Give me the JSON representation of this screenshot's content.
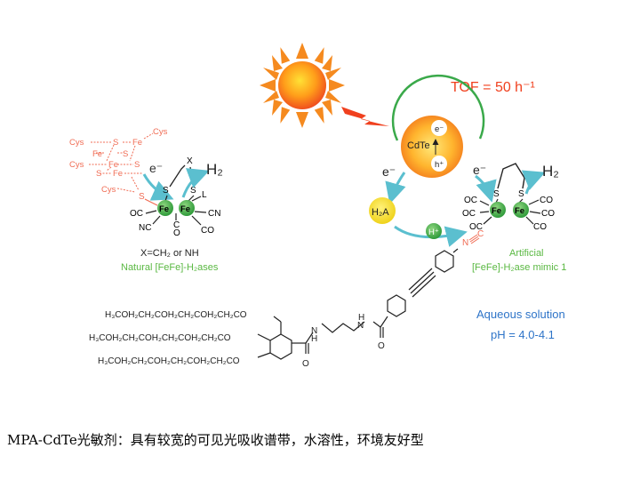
{
  "tof_label": "TOF = 50 h⁻¹",
  "natural_enzyme": {
    "cluster_cys": [
      "Cys",
      "Cys",
      "Cys",
      "Cys"
    ],
    "cluster_fe": [
      "Fe",
      "Fe",
      "Fe",
      "Fe"
    ],
    "cluster_s": [
      "S",
      "S",
      "S",
      "S"
    ],
    "electron": "e⁻",
    "bridge_atom": "X",
    "thiolate_s": [
      "S",
      "S"
    ],
    "fe_left": "Fe",
    "fe_right": "Fe",
    "ligand_l": "L",
    "ligands": [
      "OC",
      "NC",
      "C",
      "O",
      "CN",
      "CO"
    ],
    "product": "H₂",
    "x_note": "X=CH₂ or NH",
    "caption": "Natural [FeFe]-H₂ases"
  },
  "photosystem": {
    "cdte": "CdTe",
    "electron_in": "e⁻",
    "hole": "h⁺",
    "electron_out_left": "e⁻",
    "electron_out_right": "e⁻",
    "donor": "H₂A",
    "proton": "H⁺"
  },
  "mimic": {
    "thiolate_s": [
      "S",
      "S"
    ],
    "fe_left": "Fe",
    "fe_right": "Fe",
    "ligands": [
      "OC",
      "OC",
      "OC",
      "CO",
      "CO",
      "CO"
    ],
    "product": "H₂",
    "label_line1": "Artificial",
    "label_line2": "[FeFe]-H₂ase mimic 1",
    "nitrogen": "N",
    "linker_c": "C"
  },
  "peg_chains": [
    "H₃COH₂CH₂COH₂CH₂COH₂CH₂CO",
    "H₃COH₂CH₂COH₂CH₂COH₂CH₂CO",
    "H₃COH₂CH₂COH₂CH₂COH₂CH₂CO"
  ],
  "amide_n": [
    "N",
    "N"
  ],
  "amide_h": [
    "H",
    "H"
  ],
  "amide_o": [
    "O",
    "O"
  ],
  "conditions": {
    "line1": "Aqueous solution",
    "line2": "pH = 4.0-4.1"
  },
  "caption_text": "MPA-CdTe光敏剂：具有较宽的可见光吸收谱带，水溶性，环境友好型",
  "colors": {
    "cluster_red": "#f06c54",
    "fe_green": "#4cb848",
    "arrow_teal": "#5bbfcf",
    "ring_green": "#3aa94a",
    "tof_red": "#f0401e",
    "label_green": "#5ab842",
    "conditions_blue": "#2e74c8",
    "donor_yellow": "#f5e02a"
  }
}
